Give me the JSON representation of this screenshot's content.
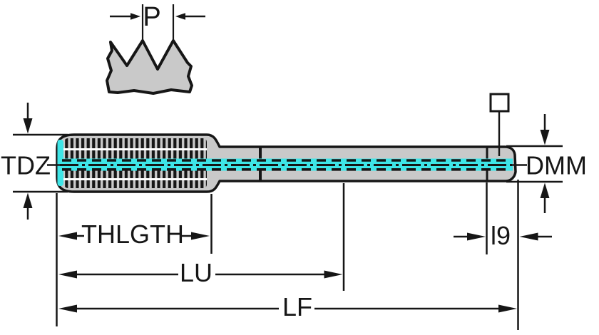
{
  "diagram": {
    "labels": {
      "pitch": "P",
      "thread_diameter": "TDZ",
      "shank_diameter": "DMM",
      "thread_length": "THLGTH",
      "usable_length": "LU",
      "overall_length": "LF",
      "square_length": "l9"
    },
    "colors": {
      "background": "#ffffff",
      "line": "#161616",
      "body_fill": "#c9c9c9",
      "highlight": "#3ee5e7"
    }
  }
}
